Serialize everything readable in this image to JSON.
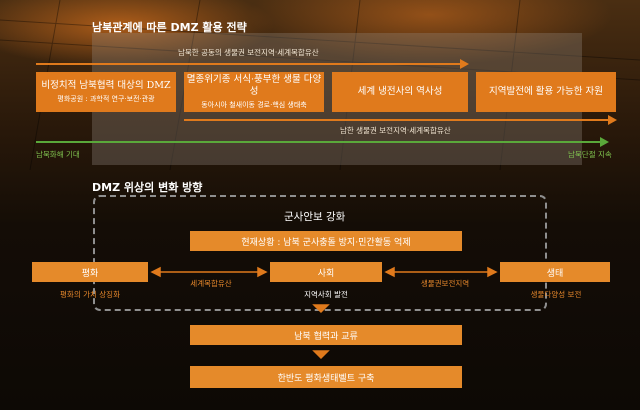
{
  "section1": {
    "title": "남북관계에 따른 DMZ 활용 전략",
    "top_arrow_label": "남북한 공동의 생물권 보전지역·세계복합유산",
    "bottom_arrow_label": "남한 생물권 보전지역·세계복합유산",
    "left_label": "남북화해 기대",
    "right_label": "남북단절 지속",
    "boxes": [
      {
        "main": "비정치적 남북협력 대상의 DMZ",
        "sub": "평화공원 : 과학적 연구·보전·관광"
      },
      {
        "main": "멸종위기종 서식·풍부한 생물 다양성",
        "sub": "동아시아 철새이동 경로·핵심 생태축"
      },
      {
        "main": "세계 냉전사의 역사성",
        "sub": ""
      },
      {
        "main": "지역발전에 활용 가능한 자원",
        "sub": ""
      }
    ]
  },
  "section2": {
    "title": "DMZ 위상의 변화 방향",
    "center_title": "군사안보 강화",
    "current_status": "현재상황 : 남북 군사충돌 방지·민간활동 억제",
    "nodes": [
      {
        "label": "평화",
        "caption": "평화의 가치 상징화"
      },
      {
        "label": "사회",
        "caption": "지역사회 발전"
      },
      {
        "label": "생태",
        "caption": "생물다양성 보전"
      }
    ],
    "link_left": "세계복합유산",
    "link_right": "생물권보전지역",
    "flow": [
      "남북 협력과 교류",
      "한반도 평화생태벨트 구축"
    ]
  },
  "colors": {
    "accent": "#e07a1c",
    "green": "#5aa83a",
    "dash": "#8f8f8f"
  }
}
